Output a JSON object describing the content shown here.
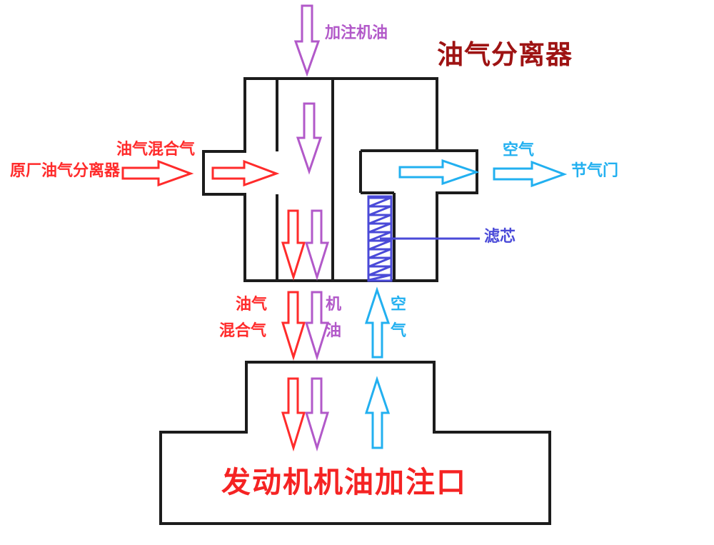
{
  "title": "油气分离器",
  "diagram": {
    "type": "oil-gas-separator-schematic",
    "title_color": "#9e1313",
    "body_stroke": "#1c1c1c",
    "colors": {
      "oil_gas_mix": "#ff2b2b",
      "engine_oil": "#b259c9",
      "air": "#22b0f0",
      "filter": "#4a4ad8",
      "title": "#9e1313",
      "engine_port": "#f52323"
    }
  },
  "labels": {
    "fill_oil": "加注机油",
    "stock_separator": "原厂油气分离器",
    "oil_gas_mixture_inlet": "油气混合气",
    "air_out": "空气",
    "throttle_valve": "节气门",
    "filter_element": "滤芯",
    "bottom_oil_gas_line1": "油气",
    "bottom_oil_gas_line2": "混合气",
    "bottom_engine_oil_line1": "机",
    "bottom_engine_oil_line2": "油",
    "bottom_air_line1": "空",
    "bottom_air_line2": "气",
    "engine_oil_filler_port": "发动机机油加注口"
  },
  "flows": [
    {
      "name": "fill-oil-top",
      "label": "加注机油",
      "color": "#b259c9",
      "direction": "down"
    },
    {
      "name": "oil-gas-mixture-in",
      "label": "油气混合气",
      "color": "#ff2b2b",
      "direction": "right"
    },
    {
      "name": "air-out-throttle",
      "label": "空气",
      "color": "#22b0f0",
      "direction": "right"
    },
    {
      "name": "oil-gas-down",
      "label": "油气混合气",
      "color": "#ff2b2b",
      "direction": "down"
    },
    {
      "name": "engine-oil-down",
      "label": "机油",
      "color": "#b259c9",
      "direction": "down"
    },
    {
      "name": "air-up",
      "label": "空气",
      "color": "#22b0f0",
      "direction": "up"
    }
  ]
}
